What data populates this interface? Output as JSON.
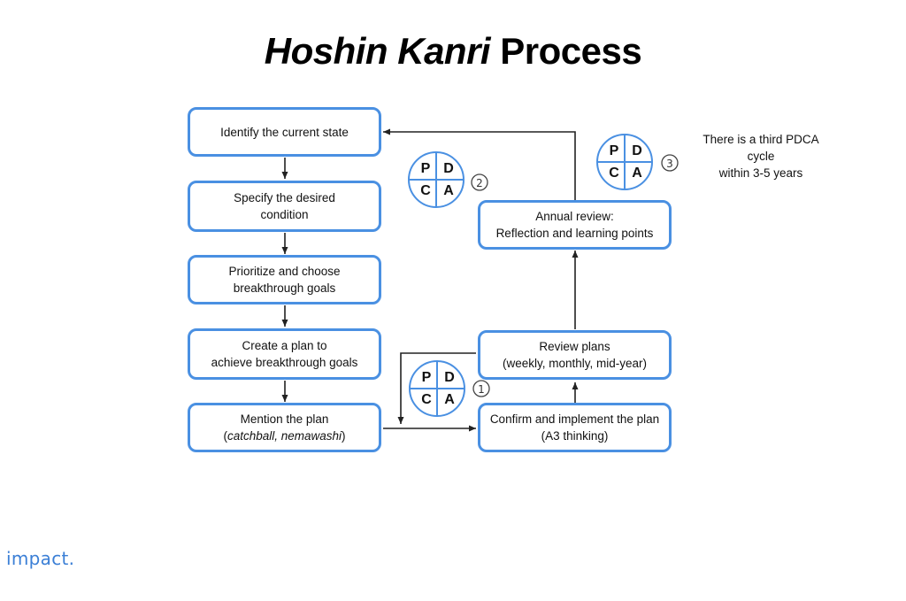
{
  "title": {
    "italic": "Hoshin Kanri",
    "rest": " Process"
  },
  "steps": {
    "identify": [
      "Identify the current state"
    ],
    "specify": [
      "Specify the desired",
      "condition"
    ],
    "prioritize": [
      "Prioritize and choose",
      "breakthrough goals"
    ],
    "create": [
      "Create a plan to",
      "achieve breakthrough goals"
    ],
    "mention": {
      "line1": "Mention the plan",
      "open": "(",
      "italic": "catchball, nemawashi",
      "close": ")"
    },
    "confirm": [
      "Confirm and implement the plan",
      "(A3 thinking)"
    ],
    "review": [
      "Review plans",
      "(weekly, monthly, mid-year)"
    ],
    "annual": [
      "Annual review:",
      "Reflection and learning points"
    ]
  },
  "pdca": {
    "letters": {
      "p": "P",
      "d": "D",
      "c": "C",
      "a": "A"
    },
    "cycle1": "1",
    "cycle2": "2",
    "cycle3": "3"
  },
  "note": [
    "There is a third PDCA",
    "cycle",
    "within 3-5 years"
  ],
  "logo": "impact.",
  "colors": {
    "box_border": "#4a90e2",
    "arrow": "#222222",
    "logo": "#3b7fd6"
  }
}
